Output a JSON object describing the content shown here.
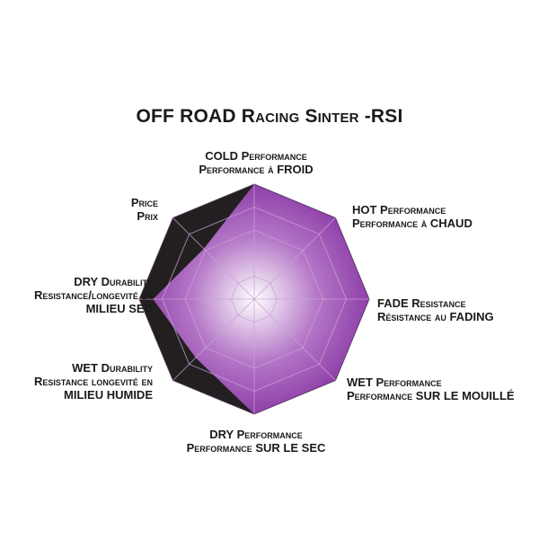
{
  "chart_data": {
    "type": "radar",
    "title": "OFF ROAD Racing Sinter -RSI",
    "axes": [
      {
        "line1": "COLD Performance",
        "line2": "Performance à FROID"
      },
      {
        "line1": "HOT Performance",
        "line2": "Performance à CHAUD"
      },
      {
        "line1": "FADE Resistance",
        "line2": "Résistance au FADING"
      },
      {
        "line1": "WET Performance",
        "line2": "Performance SUR LE MOUILLÉ"
      },
      {
        "line1": "DRY Performance",
        "line2": "Performance SUR LE SEC"
      },
      {
        "line1": "WET Durability",
        "line2": "Resistance longevité en",
        "line3": "MILIEU HUMIDE"
      },
      {
        "line1": "DRY Durability",
        "line2": "Resistance/longevité en",
        "line3": "MILIEU SEC"
      },
      {
        "line1": "Price",
        "line2": "Prix"
      }
    ],
    "series": [
      {
        "values": [
          1.0,
          1.0,
          1.0,
          1.0,
          1.0,
          0.72,
          0.88,
          0.62
        ]
      }
    ],
    "rmax": 1.0,
    "rings": 5,
    "colors": {
      "background": "#231f20",
      "fill_outer": "#8e3fa8",
      "fill_center": "#ffffff",
      "grid": "#c9a3d6"
    }
  }
}
